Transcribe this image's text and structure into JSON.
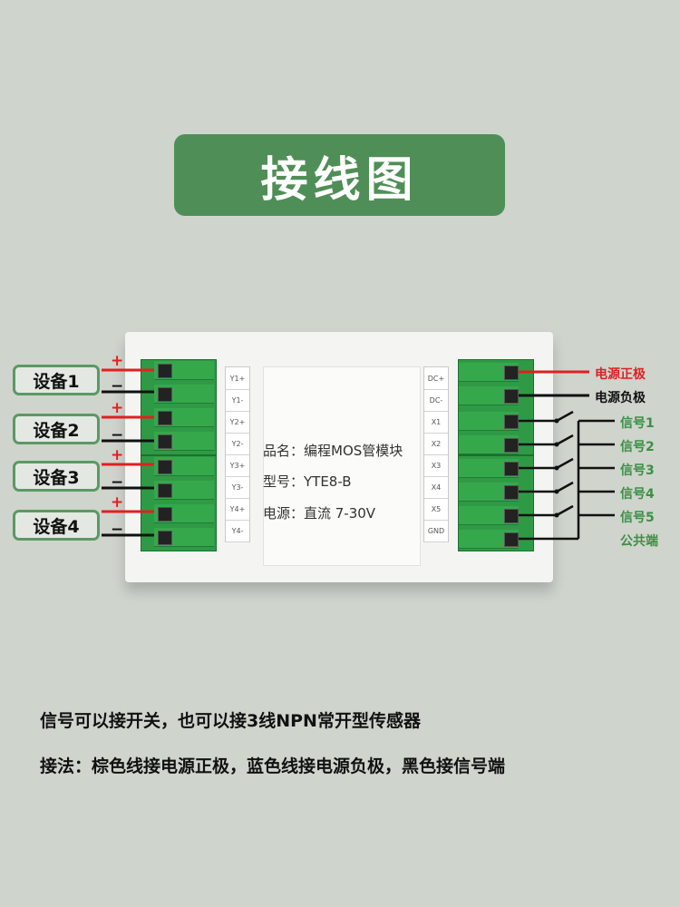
{
  "banner": {
    "title": "接线图"
  },
  "module": {
    "name_line": "品名：编程MOS管模块",
    "model_line": "型号：YTE8-B",
    "power_line": "电源：直流 7-30V"
  },
  "left_pins": [
    "Y1+",
    "Y1-",
    "Y2+",
    "Y2-",
    "Y3+",
    "Y3-",
    "Y4+",
    "Y4-"
  ],
  "right_pins": [
    "DC+",
    "DC-",
    "X1",
    "X2",
    "X3",
    "X4",
    "X5",
    "GND"
  ],
  "devices": [
    {
      "label": "设备1",
      "plus": "+",
      "minus": "−"
    },
    {
      "label": "设备2",
      "plus": "+",
      "minus": "−"
    },
    {
      "label": "设备3",
      "plus": "+",
      "minus": "−"
    },
    {
      "label": "设备4",
      "plus": "+",
      "minus": "−"
    }
  ],
  "right_labels": [
    {
      "text": "电源正极",
      "color": "#e02020"
    },
    {
      "text": "电源负极",
      "color": "#111111"
    },
    {
      "text": "信号1",
      "color": "#3c8f45"
    },
    {
      "text": "信号2",
      "color": "#3c8f45"
    },
    {
      "text": "信号3",
      "color": "#3c8f45"
    },
    {
      "text": "信号4",
      "color": "#3c8f45"
    },
    {
      "text": "信号5",
      "color": "#3c8f45"
    },
    {
      "text": "公共端",
      "color": "#3c8f45"
    }
  ],
  "notes": [
    "信号可以接开关，也可以接3线NPN常开型传感器",
    "接法：棕色线接电源正极，蓝色线接电源负极，黑色接信号端"
  ],
  "colors": {
    "wire_red": "#e02020",
    "wire_black": "#111111",
    "accent_green": "#4f8f57"
  }
}
